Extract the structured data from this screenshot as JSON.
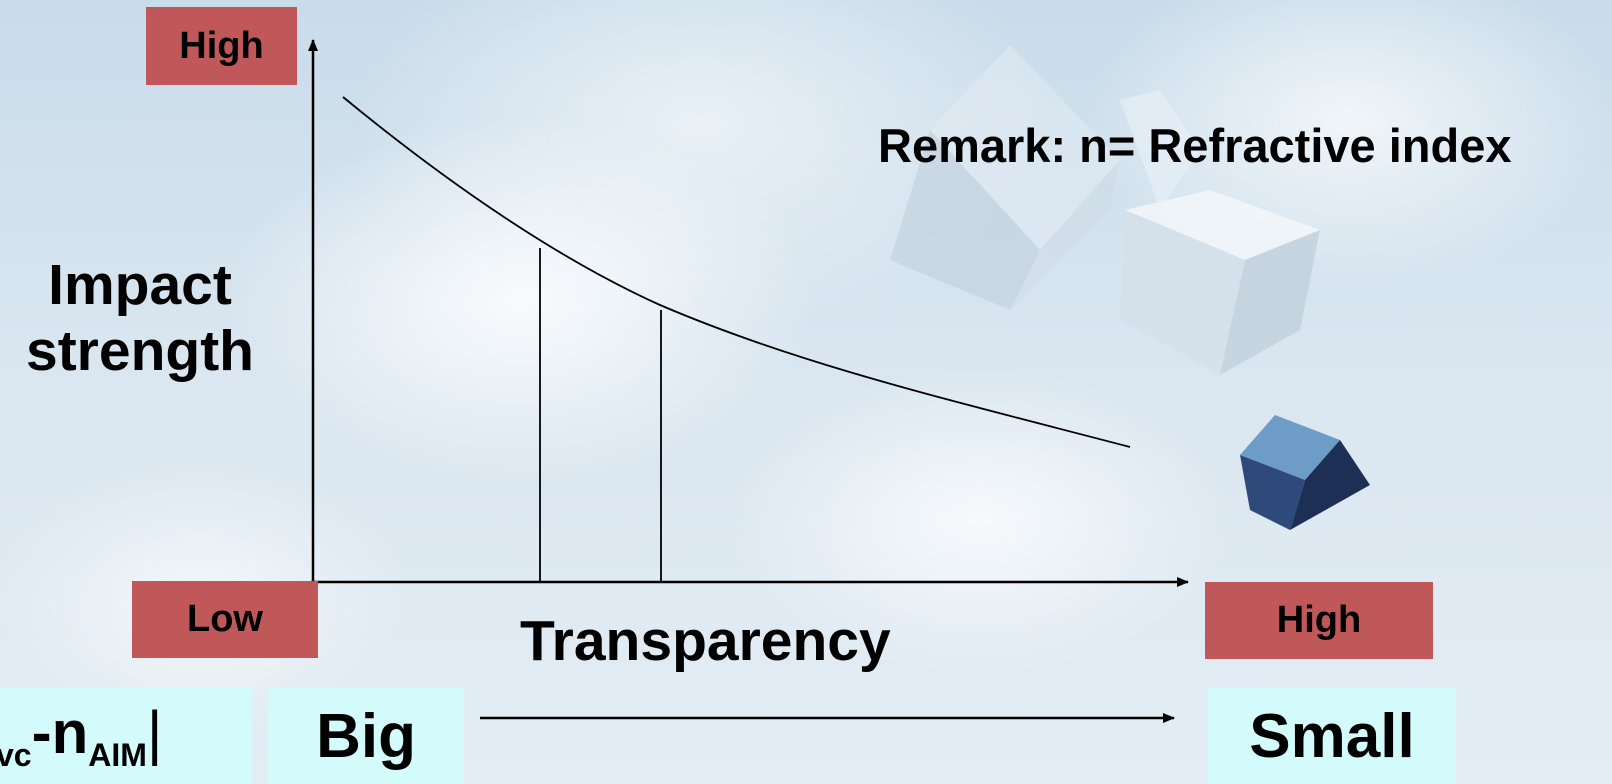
{
  "y_axis": {
    "title_line1": "Impact",
    "title_line2": "strength",
    "high_label": "High"
  },
  "x_axis": {
    "title": "Transparency",
    "low_label": "Low",
    "high_label": "High"
  },
  "remark": "Remark: n= Refractive index",
  "refractive_row": {
    "prefix_cut": "vc",
    "main": "-n",
    "sub": "AIM",
    "suffix": "|",
    "big_label": "Big",
    "small_label": "Small"
  },
  "colors": {
    "label_box": "#c0585a",
    "value_box": "#d4fbfb",
    "line": "#000000"
  }
}
